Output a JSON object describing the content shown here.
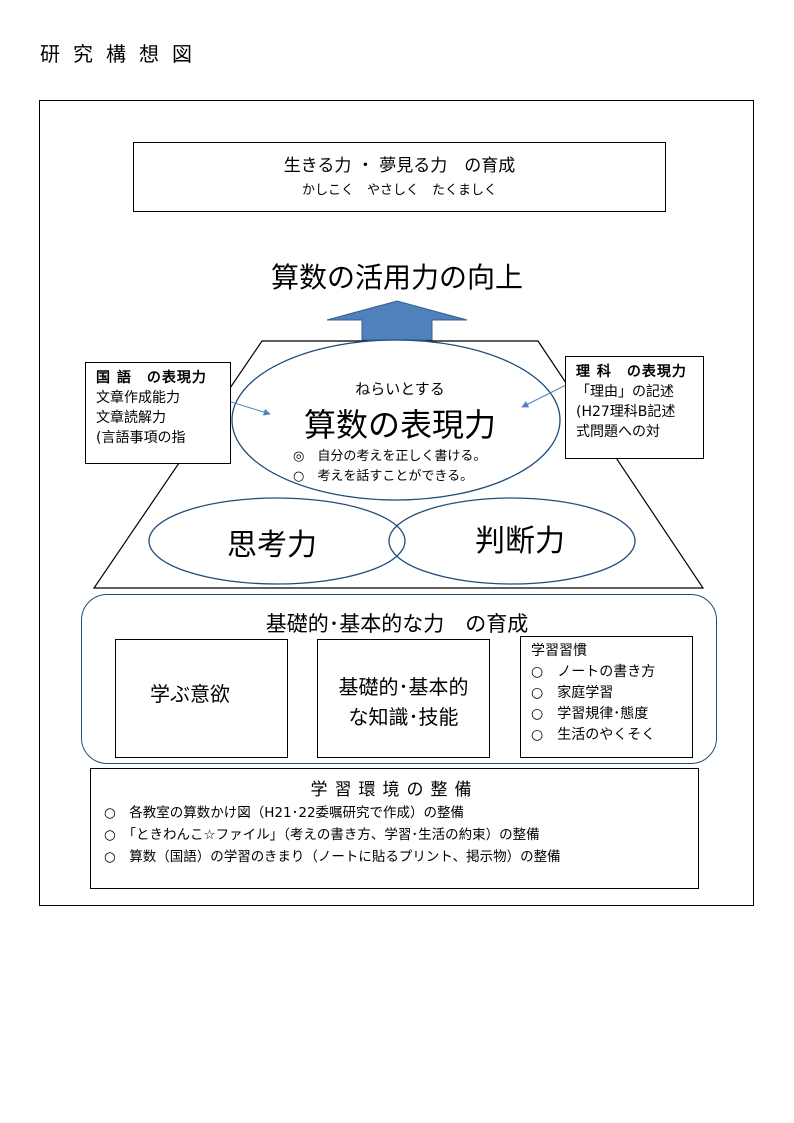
{
  "page_title": "研究構想図",
  "goal": {
    "line1": "生きる力 ・ 夢見る力　の育成",
    "line2": "かしこく　やさしく　たくましく"
  },
  "main_heading": "算数の活用力の向上",
  "kokugo": {
    "title": "国 語　の表現力",
    "lines": [
      "文章作成能力",
      "文章読解力",
      "(言語事項の指"
    ]
  },
  "rika": {
    "title": "理 科　の表現力",
    "lines": [
      "「理由」の記述",
      "(H27理科B記述",
      "式問題への対"
    ]
  },
  "aim": {
    "label": "ねらいとする",
    "title": "算数の表現力",
    "items": [
      "◎　自分の考えを正しく書ける。",
      "○　考えを話すことができる。"
    ]
  },
  "thinking": "思考力",
  "judging": "判断力",
  "basic": {
    "heading": "基礎的･基本的な力　の育成",
    "motivation": "学ぶ意欲",
    "knowledge_line1": "基礎的･基本的",
    "knowledge_line2": "な知識･技能",
    "habits_title": "学習習慣",
    "habits": [
      "○　ノートの書き方",
      "○　家庭学習",
      "○　学習規律･態度",
      "○　生活のやくそく"
    ]
  },
  "environment": {
    "heading": "学習環境の整備",
    "items": [
      "○　各教室の算数かけ図（H21･22委嘱研究で作成）の整備",
      "○　「ときわんこ☆ファイル」（考えの書き方、学習･生活の約束）の整備",
      "○　算数（国語）の学習のきまり（ノートに貼るプリント、掲示物）の整備"
    ]
  },
  "colors": {
    "arrow_fill": "#4f81bd",
    "arrow_stroke": "#385d8a",
    "ellipse_stroke": "#1f4e79",
    "connector": "#4f81bd"
  },
  "icons": [
    "up-arrow-icon",
    "double-arrow-icon"
  ]
}
